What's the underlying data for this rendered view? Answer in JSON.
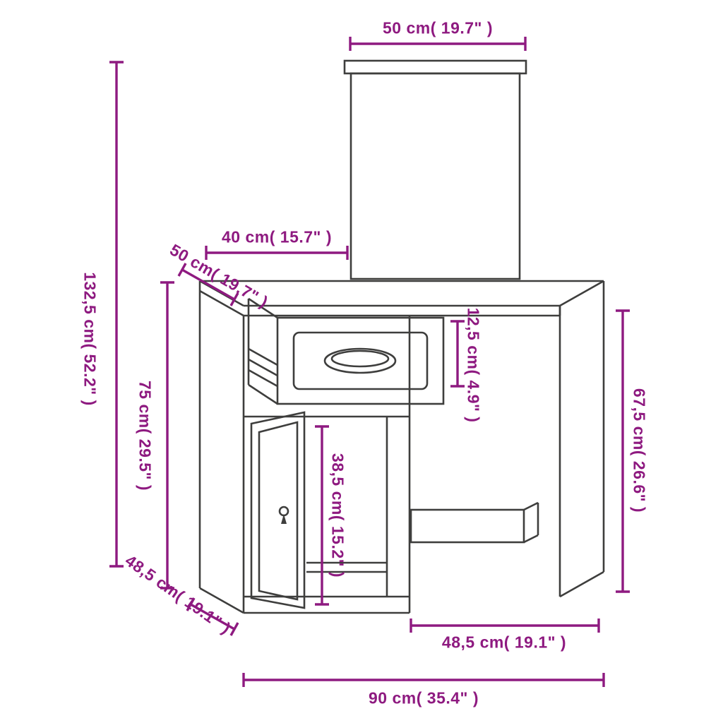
{
  "diagram": {
    "colors": {
      "dimension": "#8e1a80",
      "outline": "#3e3e3d",
      "background": "#ffffff"
    },
    "dimensions": {
      "mirror_width": {
        "label": "50 cm( 19.7\" )",
        "value_cm": 50,
        "value_in": 19.7
      },
      "tabletop_left_width": {
        "label": "40 cm( 15.7\" )",
        "value_cm": 40,
        "value_in": 15.7
      },
      "tabletop_depth": {
        "label": "50 cm( 19.7\" )",
        "value_cm": 50,
        "value_in": 19.7
      },
      "total_height": {
        "label": "132,5 cm( 52.2\" )",
        "value_cm": 132.5,
        "value_in": 52.2
      },
      "table_height": {
        "label": "75 cm( 29.5\" )",
        "value_cm": 75,
        "value_in": 29.5
      },
      "drawer_height": {
        "label": "12,5 cm( 4.9\" )",
        "value_cm": 12.5,
        "value_in": 4.9
      },
      "knee_space_height": {
        "label": "67,5 cm( 26.6\" )",
        "value_cm": 67.5,
        "value_in": 26.6
      },
      "cabinet_inner_height": {
        "label": "38,5 cm( 15.2\" )",
        "value_cm": 38.5,
        "value_in": 15.2
      },
      "base_depth": {
        "label": "48,5 cm( 19.1\" )",
        "value_cm": 48.5,
        "value_in": 19.1
      },
      "knee_space_width": {
        "label": "48,5 cm( 19.1\" )",
        "value_cm": 48.5,
        "value_in": 19.1
      },
      "total_width": {
        "label": "90 cm( 35.4\" )",
        "value_cm": 90,
        "value_in": 35.4
      }
    }
  }
}
